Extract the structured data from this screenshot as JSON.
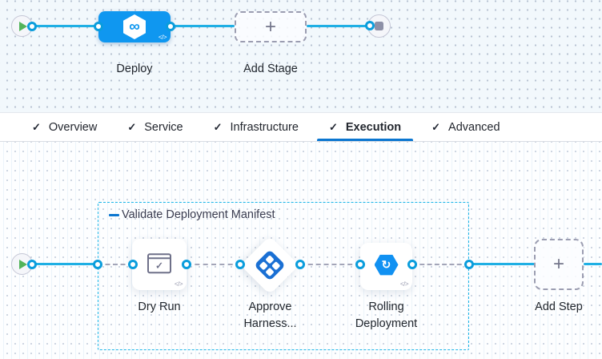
{
  "colors": {
    "stage_node_blue": "#0f97f0",
    "flow_line_cyan": "#1fafe4",
    "group_border_cyan": "#1ab5e8",
    "active_tab_underline": "#0b76d0",
    "approve_icon_blue": "#1a70d4",
    "rolling_icon_blue": "#1191f2",
    "play_green": "#52b45a",
    "stop_gray": "#8e90a7",
    "dashed_connector_gray": "#a3a5b8"
  },
  "icons": {
    "check": "✓",
    "plus": "+",
    "code": "</>",
    "infinity": "∞",
    "rolling_arrow": "↻"
  },
  "stage_pipeline": {
    "stage_label": "Deploy",
    "add_stage_label": "Add Stage"
  },
  "tabs": [
    {
      "label": "Overview",
      "checked": true,
      "active": false
    },
    {
      "label": "Service",
      "checked": true,
      "active": false
    },
    {
      "label": "Infrastructure",
      "checked": true,
      "active": false
    },
    {
      "label": "Execution",
      "checked": true,
      "active": true
    },
    {
      "label": "Advanced",
      "checked": true,
      "active": false
    }
  ],
  "execution": {
    "group_title": "Validate Deployment Manifest",
    "steps": [
      {
        "label": "Dry Run"
      },
      {
        "label": "Approve Harness..."
      },
      {
        "label": "Rolling Deployment"
      }
    ],
    "add_step_label": "Add Step"
  }
}
